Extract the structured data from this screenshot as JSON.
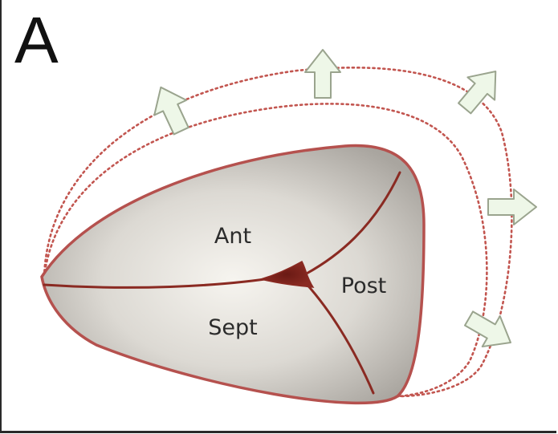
{
  "panel": {
    "letter": "A"
  },
  "regions": {
    "anterior": "Ant",
    "posterior": "Post",
    "septal": "Sept"
  },
  "colors": {
    "outline": "#b5514e",
    "leaflet_line": "#8a2a22",
    "dotted_outline": "#c2554f",
    "arrow_fill": "#eef7e8",
    "arrow_stroke": "#9aa48e",
    "valve_fill_center": "#f6f4ef",
    "valve_fill_edge": "#a9a59f"
  },
  "icons": {
    "expansion_arrows": "outward-arrow-icon"
  }
}
